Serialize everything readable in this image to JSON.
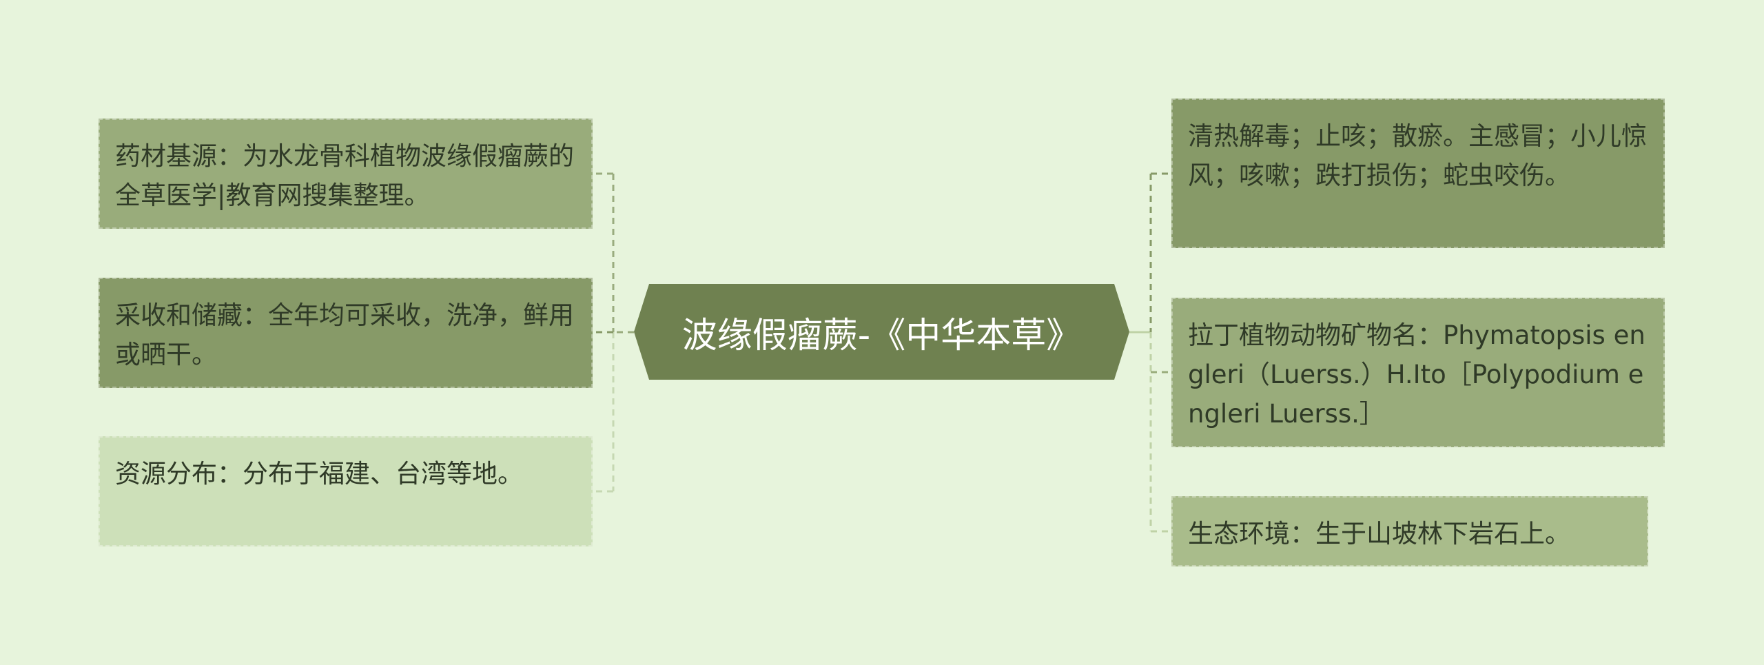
{
  "diagram": {
    "center": {
      "title": "波缘假瘤蕨-《中华本草》"
    },
    "left_branches": [
      {
        "text": "药材基源：为水龙骨科植物波缘假瘤蕨的全草医学|教育网搜集整理。"
      },
      {
        "text": "采收和储藏：全年均可采收，洗净，鲜用或晒干。"
      },
      {
        "text": "资源分布：分布于福建、台湾等地。"
      }
    ],
    "right_branches": [
      {
        "text": "清热解毒；止咳；散瘀。主感冒；小儿惊风；咳嗽；跌打损伤；蛇虫咬伤。"
      },
      {
        "text": "拉丁植物动物矿物名：Phymatopsis engleri（Luerss.）H.Ito［Polypodium engleri Luerss.］"
      },
      {
        "text": "生态环境：生于山坡林下岩石上。"
      }
    ],
    "colors": {
      "background": "#e7f4dc",
      "center_fill": "#6f8150",
      "node_dark": "#879a68",
      "node_mid": "#99ac7b",
      "node_light": "#cde0b9",
      "connector": "#9aac7e"
    }
  }
}
